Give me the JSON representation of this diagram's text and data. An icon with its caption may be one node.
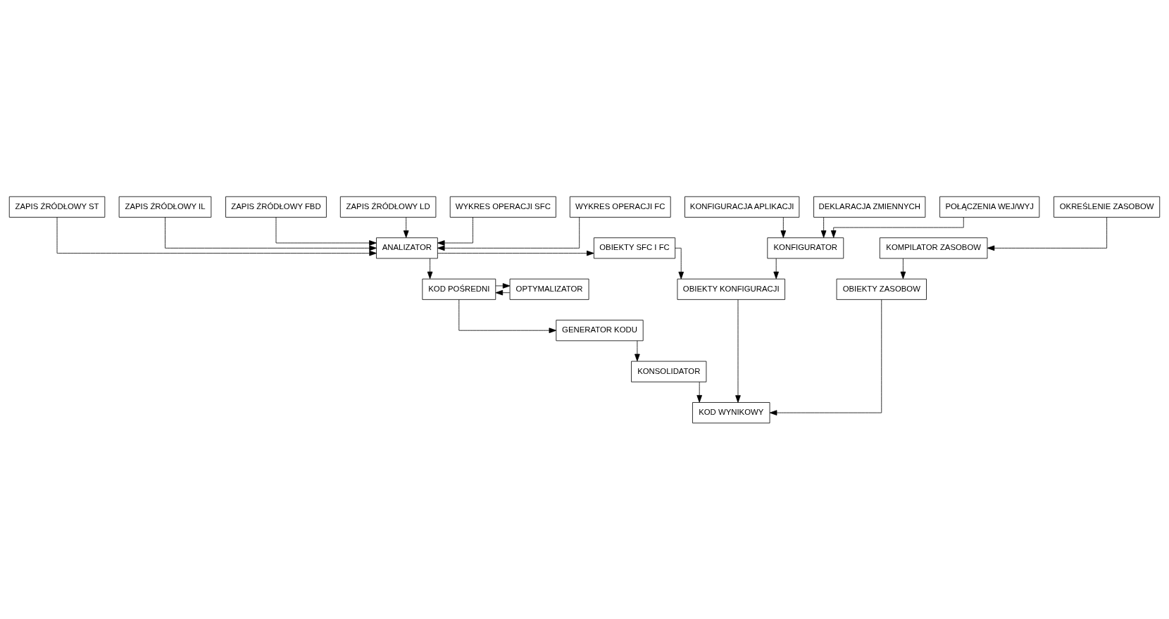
{
  "diagram": {
    "nodes": [
      {
        "text": [
          "ZAPIS ŹRÓDŁOWY ST"
        ]
      },
      {
        "text": [
          "ZAPIS ŹRÓDŁOWY IL"
        ]
      },
      {
        "text": [
          "ZAPIS ŹRÓDŁOWY FBD"
        ]
      },
      {
        "text": [
          "ZAPIS ŹRÓDŁOWY LD"
        ]
      },
      {
        "text": [
          "WYKRES OPERACJI SFC"
        ]
      },
      {
        "text": [
          "WYKRES OPERACJI FC"
        ]
      },
      {
        "text": [
          "KONFIGURACJA APLIKACJI"
        ]
      },
      {
        "text": [
          "DEKLARACJA ZMIENNYCH"
        ]
      },
      {
        "text": [
          "POŁĄCZENIA WEJ/WYJ"
        ]
      },
      {
        "text": [
          "OKREŚLENIE ZASOBOW"
        ]
      },
      {
        "text": [
          "ANALIZATOR"
        ]
      },
      {
        "text": [
          "OBIEKTY SFC I FC"
        ]
      },
      {
        "text": [
          "KONFIGURATOR"
        ]
      },
      {
        "text": [
          "KOMPILATOR ZASOBOW"
        ]
      },
      {
        "text": [
          "KOD POŚREDNI"
        ]
      },
      {
        "text": [
          "OPTYMALIZATOR"
        ]
      },
      {
        "text": [
          "OBIEKTY KONFIGURACJI"
        ]
      },
      {
        "text": [
          "OBIEKTY ZASOBOW"
        ]
      },
      {
        "text": [
          "GENERATOR KODU"
        ]
      },
      {
        "text": [
          "KONSOLIDATOR"
        ]
      },
      {
        "text": [
          "KOD WYNIKOWY"
        ]
      }
    ],
    "edges": [
      {
        "from": 0,
        "to": 10,
        "arrow": "to"
      },
      {
        "from": 1,
        "to": 10,
        "arrow": "to"
      },
      {
        "from": 2,
        "to": 10,
        "arrow": "to"
      },
      {
        "from": 3,
        "to": 10,
        "arrow": "to"
      },
      {
        "from": 4,
        "to": 10,
        "arrow": "to"
      },
      {
        "from": 5,
        "to": 10,
        "arrow": "to"
      },
      {
        "from": 6,
        "to": 12,
        "arrow": "to"
      },
      {
        "from": 7,
        "to": 12,
        "arrow": "to"
      },
      {
        "from": 8,
        "to": 12,
        "arrow": "to"
      },
      {
        "from": 9,
        "to": 13,
        "arrow": "to"
      },
      {
        "from": 10,
        "to": 11,
        "arrow": "to"
      },
      {
        "from": 10,
        "to": 14,
        "arrow": "to"
      },
      {
        "from": 11,
        "to": 16,
        "arrow": "to"
      },
      {
        "from": 12,
        "to": 16,
        "arrow": "to"
      },
      {
        "from": 13,
        "to": 17,
        "arrow": "to"
      },
      {
        "from": 14,
        "to": 15,
        "arrow": "to"
      },
      {
        "from": 15,
        "to": 14,
        "arrow": "to"
      },
      {
        "from": 14,
        "to": 18,
        "arrow": "to"
      },
      {
        "from": 18,
        "to": 19,
        "arrow": "to"
      },
      {
        "from": 19,
        "to": 20,
        "arrow": "to"
      },
      {
        "from": 16,
        "to": 20,
        "arrow": "to"
      },
      {
        "from": 17,
        "to": 20,
        "arrow": "to"
      }
    ]
  }
}
